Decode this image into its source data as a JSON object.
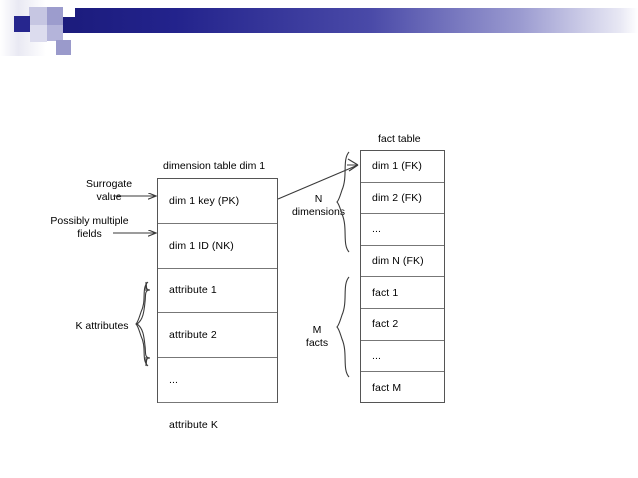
{
  "slide": {
    "background_color": "#ffffff",
    "accent_color": "#26268e",
    "decoration": {
      "name": "top-left-banner",
      "gradient_from": "#1a1a7a",
      "gradient_to": "#ffffff"
    }
  },
  "diagram": {
    "type": "star-schema",
    "dimension_table": {
      "caption": "dimension table dim 1",
      "rows": [
        "dim 1 key (PK)",
        "dim 1 ID (NK)",
        "attribute 1",
        "attribute 2",
        "...",
        "attribute K"
      ]
    },
    "fact_table": {
      "caption": "fact table",
      "rows": [
        "dim 1 (FK)",
        "dim 2 (FK)",
        "...",
        "dim N (FK)",
        "fact 1",
        "fact 2",
        "...",
        "fact M"
      ]
    },
    "annotations": {
      "surrogate": "Surrogate\nvalue",
      "multiple_fields": "Possibly multiple\nfields",
      "k_attributes": "K attributes",
      "n_dimensions": "N\ndimensions",
      "m_facts": "M\nfacts"
    }
  }
}
